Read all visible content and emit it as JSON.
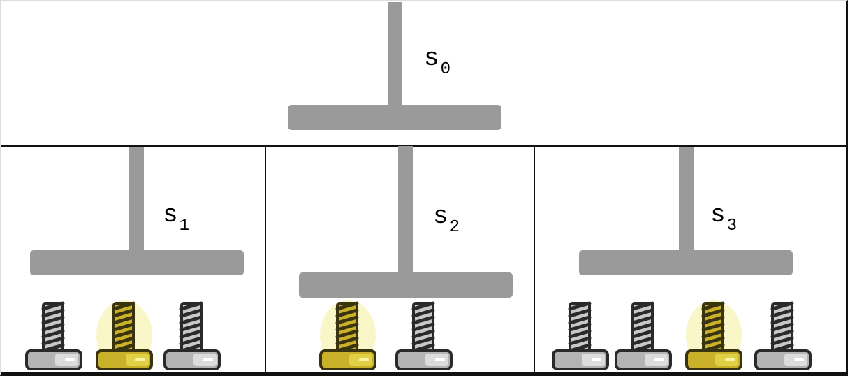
{
  "stations": [
    {
      "name": "s",
      "sub": "0"
    },
    {
      "name": "s",
      "sub": "1"
    },
    {
      "name": "s",
      "sub": "2"
    },
    {
      "name": "s",
      "sub": "3"
    }
  ],
  "colors": {
    "fixture": "#9a9a9a",
    "screw_grey": "#b4b4b4",
    "screw_gold": "#c9b22a",
    "border": "#111111"
  },
  "screws": {
    "station_1": [
      "grey-screw",
      "gold-screw",
      "grey-screw"
    ],
    "station_2": [
      "gold-screw",
      "grey-screw"
    ],
    "station_3": [
      "grey-screw",
      "grey-screw",
      "gold-screw",
      "grey-screw"
    ]
  }
}
